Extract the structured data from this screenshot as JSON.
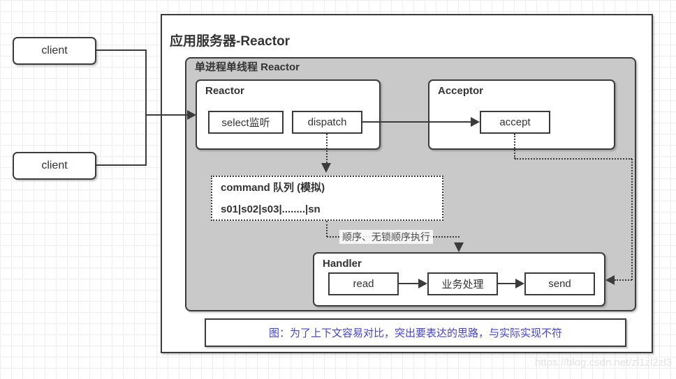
{
  "diagram": {
    "client1": "client",
    "client2": "client",
    "outer_title": "应用服务器-Reactor",
    "inner_title": "单进程单线程 Reactor",
    "reactor": {
      "title": "Reactor",
      "select": "select监听",
      "dispatch": "dispatch"
    },
    "acceptor": {
      "title": "Acceptor",
      "accept": "accept"
    },
    "queue": {
      "title": "command 队列 (模拟)",
      "items": "s01|s02|s03|........|sn"
    },
    "note": "顺序、无锁顺序执行",
    "handler": {
      "title": "Handler",
      "read": "read",
      "process": "业务处理",
      "send": "send"
    },
    "caption": "图：为了上下文容易对比，突出要表达的思路，与实际实现不符",
    "watermark": "https://blog.csdn.net/zl1zl2zl3",
    "colors": {
      "border": "#3b3b3b",
      "panel_gray": "#c9c9c9",
      "caption_blue": "#4141e0",
      "note_gray": "#4a4a4a",
      "watermark_gray": "#e3e3e3"
    }
  }
}
